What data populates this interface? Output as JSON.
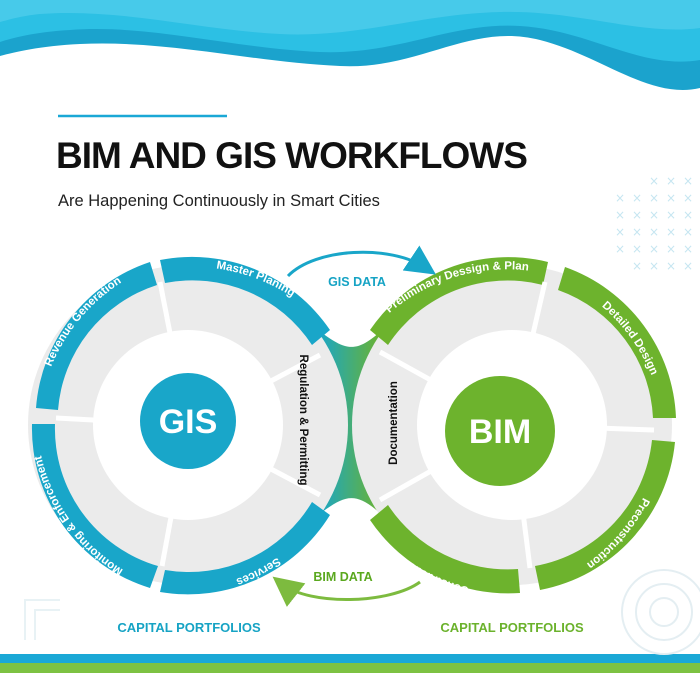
{
  "title": "BIM AND GIS WORKFLOWS",
  "subtitle": "Are Happening Continuously in Smart Cities",
  "colors": {
    "gis_blue": "#19a6c9",
    "bim_green": "#6db32d",
    "inner_gray": "#ececec",
    "accent_line": "#1aa8d6"
  },
  "gis": {
    "hub_label": "GIS",
    "segments": [
      "Master Planing",
      "Revenue Generation",
      "Monitoring & Enforcement",
      "Services"
    ],
    "inner_label": "Regulation & Permitting",
    "portfolio_label": "CAPITAL PORTFOLIOS"
  },
  "bim": {
    "hub_label": "BIM",
    "segments": [
      "Preliminary Dessign & Plan",
      "Detailed Design",
      "Preconstruction",
      "Construction"
    ],
    "inner_label": "Documentation",
    "portfolio_label": "CAPITAL PORTFOLIOS"
  },
  "flows": {
    "top": "GIS DATA",
    "bottom": "BIM DATA"
  }
}
